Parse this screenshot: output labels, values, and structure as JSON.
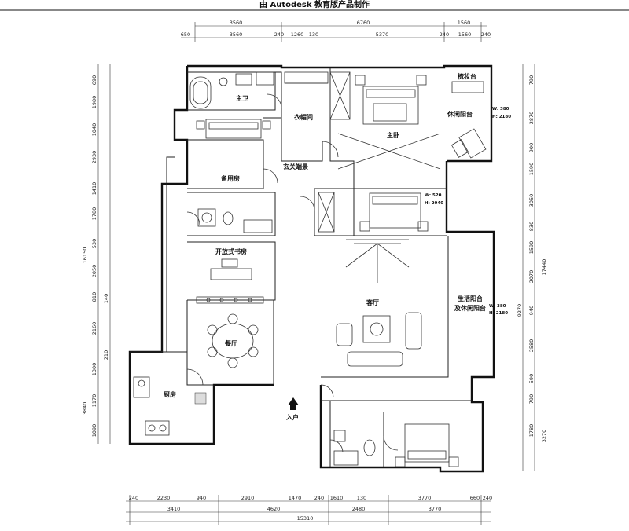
{
  "banner": "由 Autodesk 教育版产品制作",
  "rooms": {
    "master_bath": "主卫",
    "walk_in_closet": "衣帽间",
    "master_bedroom": "主卧",
    "dressing_table": "梳妆台",
    "leisure_balcony": "休闲阳台",
    "guest_room": "备用房",
    "entrance_porch": "玄关端景",
    "study": "开放式书房",
    "living_room": "客厅",
    "living_balcony_line1": "生活阳台",
    "living_balcony_line2": "及休闲阳台",
    "dining": "餐厅",
    "kitchen": "厨房",
    "entrance": "入户"
  },
  "notes": {
    "balcony_w": "W: 380",
    "balcony_h": "H: 2180",
    "window_w": "W: 520",
    "window_h": "H: 2040",
    "living_balcony_w": "W: 380",
    "living_balcony_h": "H: 2180"
  },
  "dims": {
    "top_row1": [
      "3560",
      "6760",
      "1560"
    ],
    "top_row2": [
      "650",
      "3560",
      "240",
      "1260",
      "130",
      "5370",
      "240",
      "1560",
      "240"
    ],
    "bottom_row1": [
      "240",
      "2230",
      "940",
      "2910",
      "1470",
      "240",
      "1610",
      "130",
      "3770",
      "660",
      "240"
    ],
    "bottom_row2": [
      "3410",
      "4620",
      "2480",
      "3770"
    ],
    "bottom_total": "15310",
    "left_segments": [
      "690",
      "1980",
      "1040",
      "2930",
      "1410",
      "1780",
      "530",
      "2050",
      "810",
      "2160",
      "1300",
      "1170",
      "1090"
    ],
    "left_total": "16150",
    "left_extra": [
      "3840",
      "140",
      "210"
    ],
    "right_segments": [
      "790",
      "2870",
      "900",
      "1590",
      "3050",
      "830",
      "1590",
      "2070",
      "940",
      "2580",
      "590",
      "790",
      "1780"
    ],
    "right_total": "17440",
    "right_extra": [
      "9270",
      "3270"
    ]
  }
}
